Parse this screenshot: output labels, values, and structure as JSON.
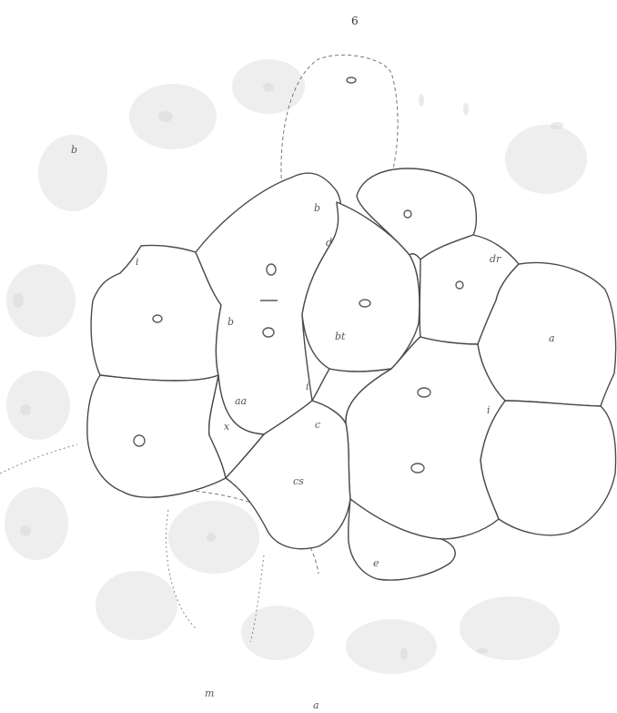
{
  "figure": {
    "page_number": "6",
    "labels": {
      "top_left": "b",
      "cell_a": "a",
      "cell_b": "b",
      "cell_b2": "b",
      "cell_d": "d",
      "cell_dr": "dr",
      "cell_bt": "bt",
      "cell_aa": "aa",
      "cell_x": "x",
      "cell_c": "c",
      "cell_cs": "cs",
      "cell_e": "e",
      "cell_i": "i",
      "cell_ii": "i",
      "cell_iii": "i",
      "bottom_m": "m",
      "bottom_a": "a"
    }
  }
}
